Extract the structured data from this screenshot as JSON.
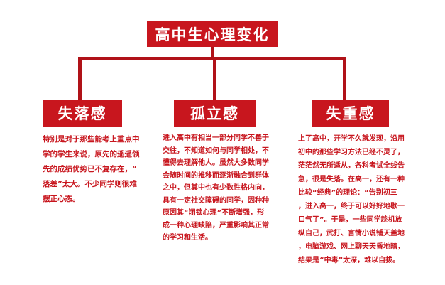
{
  "title": "高中生心理变化",
  "colors": {
    "accent": "#c8161e"
  },
  "columns": [
    {
      "heading": "失落感",
      "lines": [
        "特别是对于那些能考上重点中",
        "学的学生来说，原先的遥遥领",
        "先的成绩优势已不复存在，“",
        "落差”太大。不少同学则很难",
        "摆正心态。"
      ]
    },
    {
      "heading": "孤立感",
      "lines": [
        "进入高中有相当一部分同学不善于",
        "交往，不知道如何与同学相处，不",
        "懂得去理解他人。虽然大多数同学",
        "会随时间的推移而逐渐融合到群体",
        "之中，但其中也有少数性格内向，",
        "具有一定社交障碍的同学，因种种",
        "原因其“闭锁心理”不断增强，形",
        "成一种心理缺陷，严重影响其正常",
        "的学习和生活。"
      ]
    },
    {
      "heading": "失重感",
      "lines": [
        "上了高中，开学不久就发现，沿用",
        "初中的那些学习方法已经不灵了，",
        "茫茫然无所适从，各科考试全线告",
        "急，很是失落。在高一，还有一种",
        "比较“经典”的理论：“告别初三",
        "，进入高一，终于可以好好地歇一",
        "口气了”。于是，一些同学趁机放",
        "纵自己，武打、言情小说铺天盖地",
        "，电脑游戏、网上聊天天昏地暗，",
        "结果是“中毒”太深，难以自拔。"
      ]
    }
  ]
}
